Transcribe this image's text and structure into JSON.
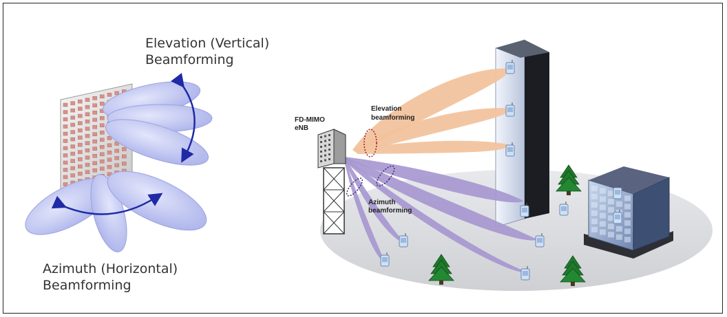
{
  "left_diagram": {
    "elevation_label_line1": "Elevation (Vertical)",
    "elevation_label_line2": "Beamforming",
    "azimuth_label_line1": "Azimuth (Horizontal)",
    "azimuth_label_line2": "Beamforming"
  },
  "right_diagram": {
    "enb_label_line1": "FD-MIMO",
    "enb_label_line2": "eNB",
    "elevation_label_line1": "Elevation",
    "elevation_label_line2": "beamforming",
    "azimuth_label_line1": "Azimuth",
    "azimuth_label_line2": "beamforming"
  },
  "colors": {
    "beam_lilac": "#b9bff0",
    "beam_orange": "#f2c39e",
    "beam_purple": "#a596cf",
    "arrow_blue": "#1f2aa6",
    "ground": "#dcdde0",
    "tree_green": "#1f7a2b",
    "ring_red": "#9c1c1c"
  }
}
